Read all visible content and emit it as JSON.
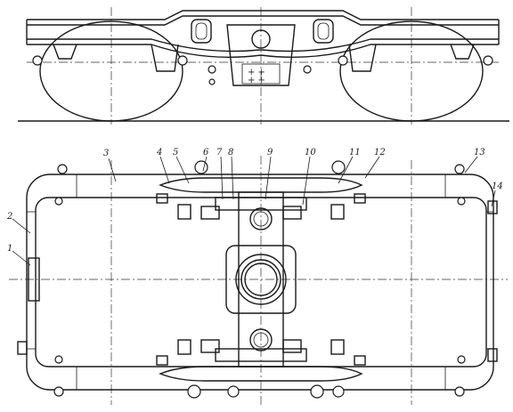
{
  "diagram": {
    "callouts": [
      "1",
      "2",
      "3",
      "4",
      "5",
      "6",
      "7",
      "8",
      "9",
      "10",
      "11",
      "12",
      "13",
      "14"
    ]
  }
}
